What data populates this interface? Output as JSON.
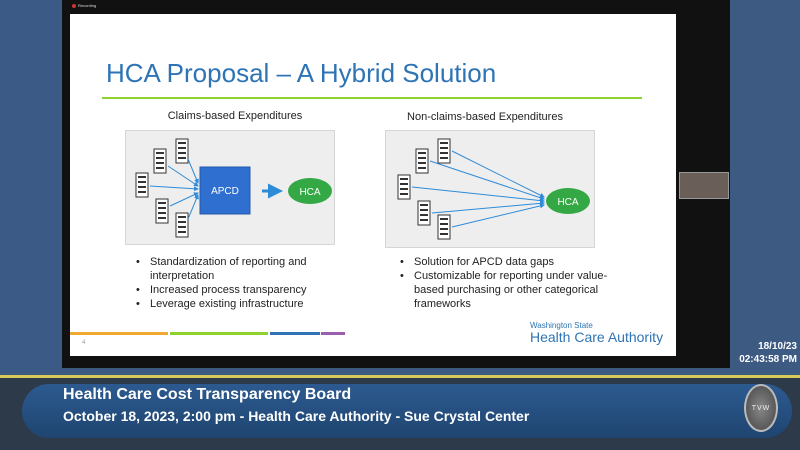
{
  "recording": {
    "label": "Recording"
  },
  "slide": {
    "title": "HCA Proposal – A Hybrid Solution",
    "left": {
      "heading": "Claims-based Expenditures",
      "apcd": "APCD",
      "hca": "HCA",
      "bullets": [
        "Standardization of reporting and interpretation",
        "Increased process transparency",
        "Leverage existing infrastructure"
      ]
    },
    "right": {
      "heading": "Non-claims-based Expenditures",
      "hca": "HCA",
      "bullets": [
        "Solution for APCD data gaps",
        "Customizable for reporting under value-based purchasing or other categorical frameworks"
      ]
    },
    "page_number": "4",
    "logo": {
      "line1": "Washington State",
      "line2": "Health Care Authority"
    },
    "colors": {
      "title": "#2e74b5",
      "rule": "#8fd12e",
      "apcd": "#2f6fd0",
      "hca": "#33a845"
    }
  },
  "overlay": {
    "date": "18/10/23",
    "time": "02:43:58 PM"
  },
  "banner": {
    "title": "Health Care Cost Transparency Board",
    "subtitle": "October 18, 2023, 2:00 pm - Health Care Authority - Sue Crystal Center",
    "logo": "TVW"
  }
}
